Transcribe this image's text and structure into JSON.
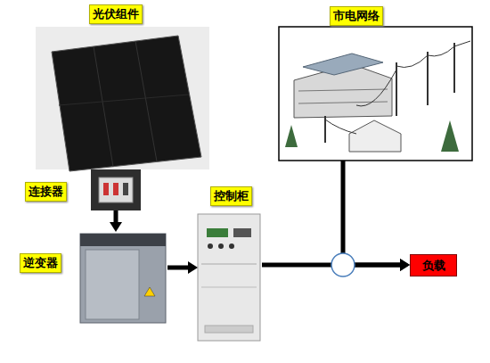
{
  "diagram": {
    "nodes": [
      {
        "text": [
          "光伏组件"
        ]
      },
      {
        "text": [
          "市电网络"
        ]
      },
      {
        "text": [
          "连接器"
        ]
      },
      {
        "text": [
          "逆变器"
        ]
      },
      {
        "text": [
          "控制柜"
        ]
      },
      {
        "text": [
          "负载"
        ]
      }
    ],
    "edges": [
      {
        "from": 2,
        "to": 3,
        "arrow": "to"
      },
      {
        "from": 3,
        "to": 4,
        "arrow": "to"
      },
      {
        "from": 4,
        "to": 5,
        "arrow": "to"
      },
      {
        "from": 1,
        "to": 5,
        "arrow": "to"
      }
    ]
  }
}
